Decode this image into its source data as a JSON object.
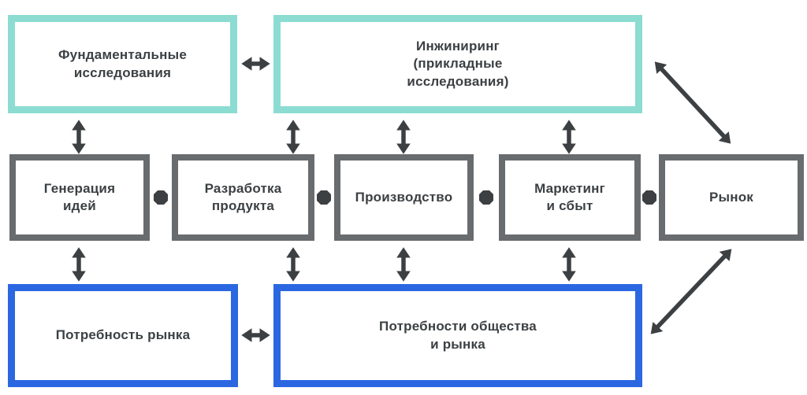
{
  "diagram": {
    "title": "",
    "colors": {
      "background": "#ffffff",
      "teal_border": "#8cdcd2",
      "blue_border": "#2b67e0",
      "gray_border": "#696c6e",
      "text": "#3c4043",
      "arrow": "#3c4043"
    },
    "boxes": [
      {
        "id": "fundamental-research",
        "label": "Фундаментальные\nисследования",
        "border": "teal"
      },
      {
        "id": "engineering",
        "label": "Инжиниринг\n(прикладные\nисследования)",
        "border": "teal"
      },
      {
        "id": "idea-generation",
        "label": "Генерация\nидей",
        "border": "gray"
      },
      {
        "id": "product-development",
        "label": "Разработка\nпродукта",
        "border": "gray"
      },
      {
        "id": "production",
        "label": "Производство",
        "border": "gray"
      },
      {
        "id": "marketing-sales",
        "label": "Маркетинг\nи сбыт",
        "border": "gray"
      },
      {
        "id": "market",
        "label": "Рынок",
        "border": "gray"
      },
      {
        "id": "market-need",
        "label": "Потребность рынка",
        "border": "blue"
      },
      {
        "id": "society-market-needs",
        "label": "Потребности общества\nи рынка",
        "border": "blue"
      }
    ],
    "connections": [
      {
        "from": "fundamental-research",
        "to": "engineering",
        "style": "double-arrow-horizontal"
      },
      {
        "from": "market-need",
        "to": "society-market-needs",
        "style": "double-arrow-horizontal"
      },
      {
        "from": "fundamental-research",
        "to": "idea-generation",
        "style": "double-arrow-vertical"
      },
      {
        "from": "engineering",
        "to": "product-development",
        "style": "double-arrow-vertical"
      },
      {
        "from": "engineering",
        "to": "production",
        "style": "double-arrow-vertical"
      },
      {
        "from": "engineering",
        "to": "marketing-sales",
        "style": "double-arrow-vertical"
      },
      {
        "from": "market-need",
        "to": "idea-generation",
        "style": "double-arrow-vertical"
      },
      {
        "from": "society-market-needs",
        "to": "product-development",
        "style": "double-arrow-vertical"
      },
      {
        "from": "society-market-needs",
        "to": "production",
        "style": "double-arrow-vertical"
      },
      {
        "from": "society-market-needs",
        "to": "marketing-sales",
        "style": "double-arrow-vertical"
      },
      {
        "from": "engineering",
        "to": "market",
        "style": "double-arrow-diagonal"
      },
      {
        "from": "society-market-needs",
        "to": "market",
        "style": "double-arrow-diagonal"
      },
      {
        "from": "idea-generation",
        "to": "product-development",
        "style": "octagon-connector"
      },
      {
        "from": "product-development",
        "to": "production",
        "style": "octagon-connector"
      },
      {
        "from": "production",
        "to": "marketing-sales",
        "style": "octagon-connector"
      },
      {
        "from": "marketing-sales",
        "to": "market",
        "style": "octagon-connector"
      }
    ]
  }
}
